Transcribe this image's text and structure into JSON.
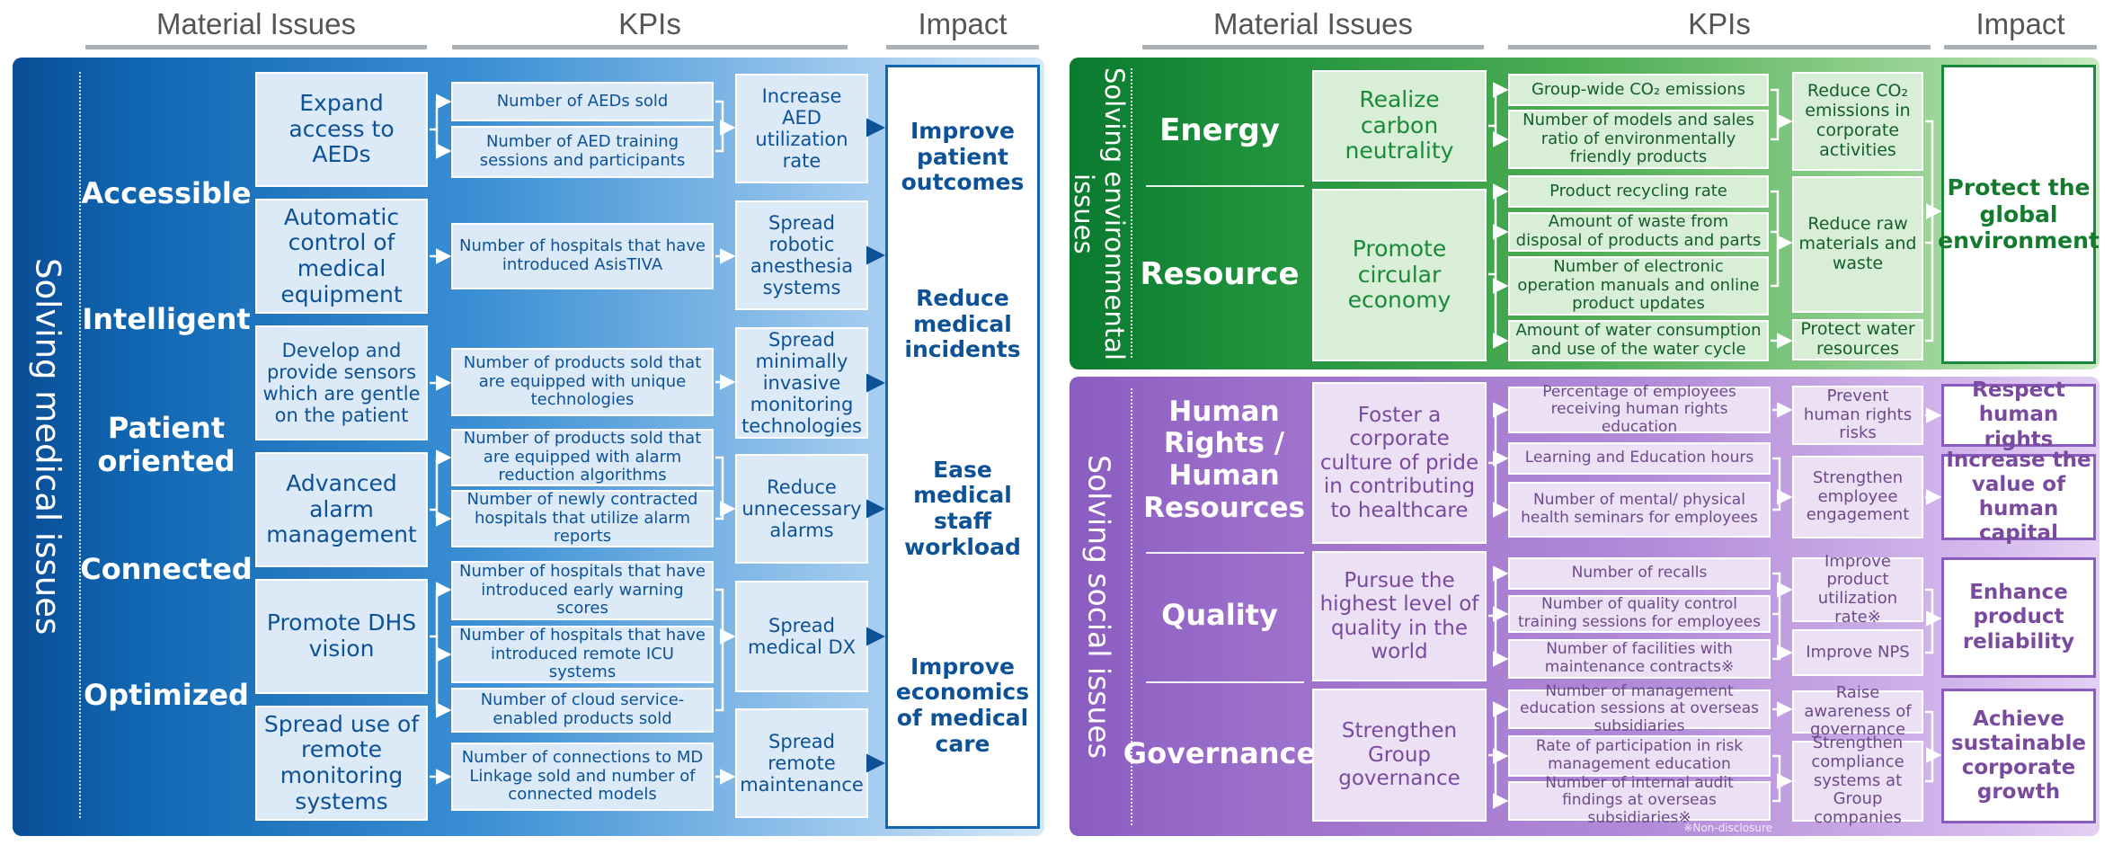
{
  "headers": {
    "left": {
      "material": "Material Issues",
      "kpis": "KPIs",
      "impact": "Impact"
    },
    "right": {
      "material": "Material Issues",
      "kpis": "KPIs",
      "impact": "Impact"
    }
  },
  "medical": {
    "title": "Solving medical issues",
    "categories": [
      "Accessible",
      "Intelligent",
      "Patient oriented",
      "Connected",
      "Optimized"
    ],
    "issues": [
      "Expand access to AEDs",
      "Automatic control of medical equipment",
      "Develop and provide sensors which are gentle on the patient",
      "Advanced alarm management",
      "Promote DHS vision",
      "Spread use of remote monitoring systems"
    ],
    "kpis": [
      "Number of AEDs sold",
      "Number of AED training sessions and participants",
      "Number of hospitals that have introduced AsisTIVA",
      "Number of products sold that are equipped with unique technologies",
      "Number of products sold that are equipped with alarm reduction algorithms",
      "Number of newly contracted hospitals that utilize alarm reports",
      "Number of hospitals that have introduced early warning scores",
      "Number of hospitals that have introduced remote ICU systems",
      "Number of cloud service-enabled products sold",
      "Number of connections to MD Linkage sold and number of connected models"
    ],
    "outcomes": [
      "Increase AED utilization rate",
      "Spread robotic anesthesia systems",
      "Spread minimally invasive monitoring technologies",
      "Reduce unnecessary alarms",
      "Spread medical DX",
      "Spread remote maintenance"
    ],
    "impacts": [
      "Improve patient outcomes",
      "Reduce medical incidents",
      "Ease medical staff workload",
      "Improve economics of medical care"
    ]
  },
  "environment": {
    "title": "Solving environmental issues",
    "categories": [
      "Energy",
      "Resource"
    ],
    "issues": [
      "Realize carbon neutrality",
      "Promote circular economy"
    ],
    "kpis": [
      "Group-wide CO₂ emissions",
      "Number of models and sales ratio of environmentally friendly products",
      "Product recycling rate",
      "Amount of waste from disposal of products and parts",
      "Number of electronic operation manuals and online product updates",
      "Amount of water consumption and use of the water cycle"
    ],
    "outcomes": [
      "Reduce CO₂ emissions in corporate activities",
      "Reduce raw materials and waste",
      "Protect water resources"
    ],
    "impact": "Protect the global environment"
  },
  "social": {
    "title": "Solving social issues",
    "categories": [
      "Human Rights / Human Resources",
      "Quality",
      "Governance"
    ],
    "issues": [
      "Foster a corporate culture of pride in contributing to healthcare",
      "Pursue the highest level of quality in the world",
      "Strengthen Group governance"
    ],
    "kpis": [
      "Percentage of employees receiving human rights education",
      "Learning and Education hours",
      "Number of mental/ physical health seminars for employees",
      "Number of recalls",
      "Number of quality control training sessions for employees",
      "Number of facilities with maintenance contracts※",
      "Number of management education sessions at overseas subsidiaries",
      "Rate of participation in risk management education",
      "Number of internal audit findings at overseas subsidiaries※"
    ],
    "outcomes": [
      "Prevent human rights risks",
      "Strengthen employee engagement",
      "Improve product utilization rate※",
      "Improve NPS",
      "Raise awareness of governance",
      "Strengthen compliance systems at Group companies"
    ],
    "impacts": [
      "Respect human rights",
      "Increase the value of human capital",
      "Enhance product reliability",
      "Achieve sustainable corporate growth"
    ],
    "footnote": "※Non-disclosure"
  },
  "colors": {
    "medical_dark": "#0d5196",
    "medical_light": "#cfe3f6",
    "environment_dark": "#0a7a2f",
    "environment_light": "#9fd49a",
    "social_dark": "#9a6cc9",
    "social_light": "#dcc4ef",
    "header_gray": "#aab0b6"
  }
}
